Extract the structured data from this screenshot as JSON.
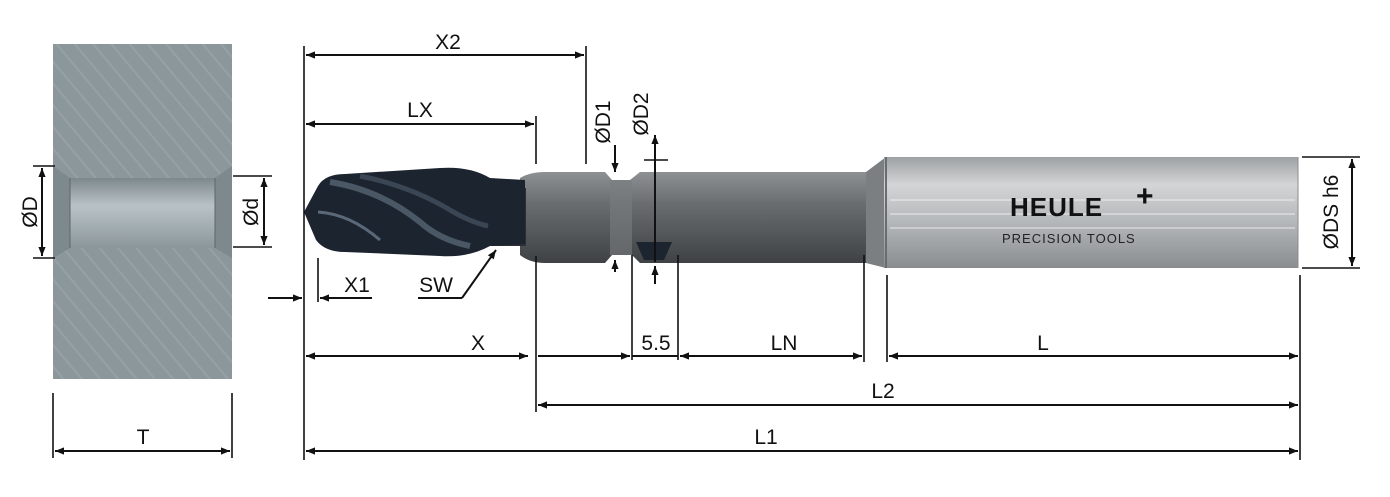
{
  "brand": {
    "name": "HEULE",
    "plus": "+",
    "tagline": "PRECISION TOOLS"
  },
  "labels": {
    "x2": "X2",
    "lx": "LX",
    "od1": "ØD1",
    "od2": "ØD2",
    "ods": "ØDS h6",
    "od": "ØD",
    "od_small": "Ød",
    "x1": "X1",
    "sw": "SW",
    "x": "X",
    "five_five": "5.5",
    "ln": "LN",
    "l": "L",
    "l2": "L2",
    "l1": "L1",
    "t": "T"
  },
  "colors": {
    "workpiece": "#8c979c",
    "bore": "#a7b2b7",
    "tool_body": "#6f7273",
    "shank_light": "#b7babc",
    "flute_dark": "#1c2430"
  }
}
